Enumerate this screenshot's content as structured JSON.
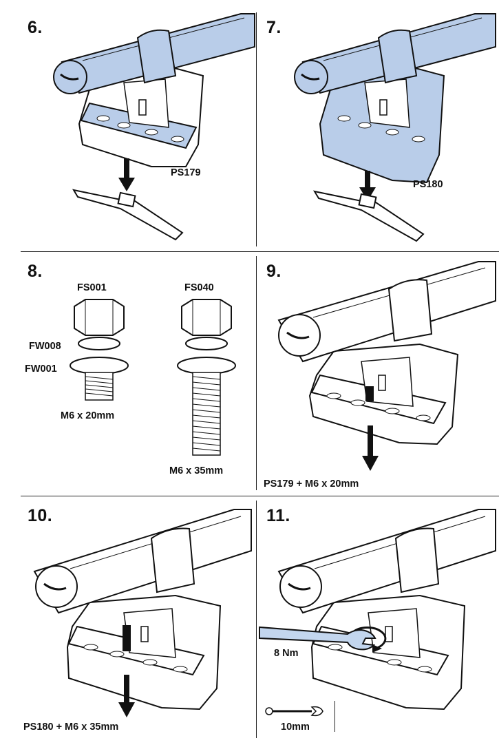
{
  "steps": {
    "s6": {
      "number": "6.",
      "part": "PS179"
    },
    "s7": {
      "number": "7.",
      "part": "PS180"
    },
    "s8": {
      "number": "8.",
      "bolt_short": {
        "code": "FS001",
        "washer_a": "FW008",
        "washer_b": "FW001",
        "size": "M6 x 20mm"
      },
      "bolt_long": {
        "code": "FS040",
        "size": "M6 x 35mm"
      }
    },
    "s9": {
      "number": "9.",
      "caption": "PS179 + M6 x 20mm"
    },
    "s10": {
      "number": "10.",
      "caption": "PS180 + M6 x 35mm"
    },
    "s11": {
      "number": "11.",
      "torque": "8 Nm",
      "tool": "10mm"
    }
  },
  "colors": {
    "bar_highlight": "#b9cde9",
    "ink": "#111111",
    "wrench": "#c3d6ee"
  }
}
